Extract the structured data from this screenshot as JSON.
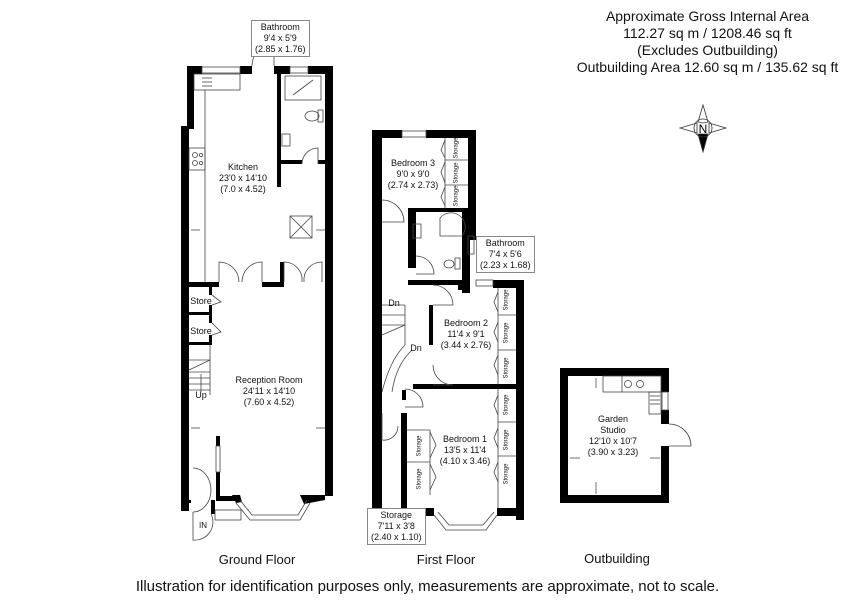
{
  "area_summary": {
    "line1": "Approximate Gross Internal Area",
    "line2": "112.27 sq m / 1208.46 sq ft",
    "line3": "(Excludes Outbuilding)",
    "line4": "Outbuilding Area 12.60 sq m / 135.62 sq ft"
  },
  "compass": {
    "icon": "north-compass-icon",
    "label": "N"
  },
  "ground_floor": {
    "title": "Ground Floor",
    "bathroom": {
      "name": "Bathroom",
      "imperial": "9'4 x 5'9",
      "metric": "(2.85 x 1.76)"
    },
    "kitchen": {
      "name": "Kitchen",
      "imperial": "23'0 x 14'10",
      "metric": "(7.0 x 4.52)"
    },
    "store1": {
      "name": "Store"
    },
    "store2": {
      "name": "Store"
    },
    "stairs_label": "Up",
    "reception": {
      "name": "Reception Room",
      "imperial": "24'11 x 14'10",
      "metric": "(7.60 x 4.52)"
    },
    "entrance_label": "IN"
  },
  "first_floor": {
    "title": "First Floor",
    "bedroom3": {
      "name": "Bedroom 3",
      "imperial": "9'0 x 9'0",
      "metric": "(2.74 x 2.73)"
    },
    "bathroom": {
      "name": "Bathroom",
      "imperial": "7'4 x 5'6",
      "metric": "(2.23 x 1.68)"
    },
    "stairs_label_1": "Dn",
    "stairs_label_2": "Dn",
    "bedroom2": {
      "name": "Bedroom 2",
      "imperial": "11'4 x 9'1",
      "metric": "(3.44 x 2.76)"
    },
    "bedroom1": {
      "name": "Bedroom 1",
      "imperial": "13'5 x 11'4",
      "metric": "(4.10 x 3.46)"
    },
    "storage": {
      "name": "Storage",
      "imperial": "7'11 x 3'8",
      "metric": "(2.40 x 1.10)"
    },
    "storage_cupboard_label": "Storage"
  },
  "outbuilding": {
    "title": "Outbuilding",
    "studio": {
      "name_line1": "Garden",
      "name_line2": "Studio",
      "imperial": "12'10 x 10'7",
      "metric": "(3.90 x 3.23)"
    }
  },
  "disclaimer": "Illustration for identification purposes only, measurements are approximate, not to scale."
}
